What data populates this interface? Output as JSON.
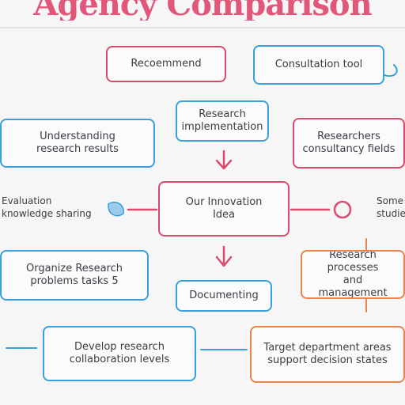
{
  "title": "Agency Comparison",
  "nodes": {
    "top_left": "Recoemmend",
    "top_right": "Consultation tool",
    "upper_center": "Research\nimplementation",
    "mid_left": "Understanding\nresearch results",
    "mid_right": "Researchers\nconsultancy fields",
    "center": "Our Innovation\nIdea",
    "lower_center": "Documenting",
    "lower_left": "Organize Research\nproblems tasks 5",
    "lower_right": "Research processes\nand management",
    "bottom_left": "Develop research\ncollaboration levels",
    "bottom_right": "Target department areas\nsupport decision states"
  },
  "side_labels": {
    "left": "Evaluation\nknowledge sharing",
    "right": "Some\nstudies"
  },
  "colors": {
    "blue": "#3aa0dc",
    "red": "#d94b6c",
    "orange": "#e8844f",
    "title": "#e0577a"
  }
}
